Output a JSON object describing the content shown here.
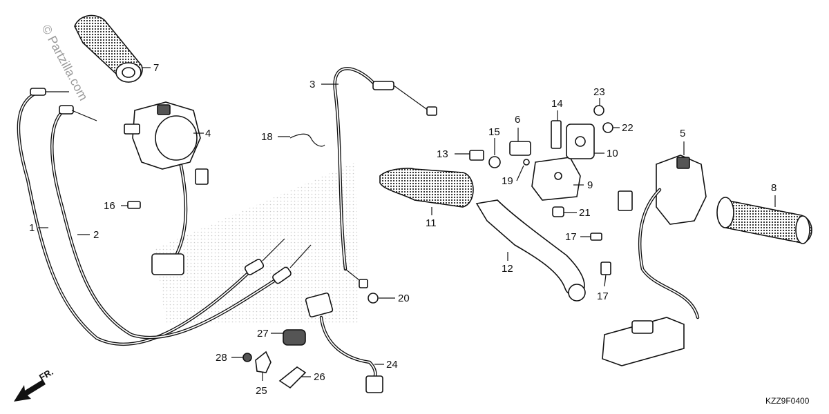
{
  "watermark": "© Partzilla.com",
  "diagram_code": "KZZ9F0400",
  "front_indicator": "FR.",
  "callouts": [
    "1",
    "2",
    "3",
    "4",
    "5",
    "6",
    "7",
    "8",
    "9",
    "10",
    "11",
    "12",
    "13",
    "14",
    "15",
    "16",
    "17",
    "17",
    "18",
    "19",
    "20",
    "21",
    "22",
    "23",
    "24",
    "25",
    "26",
    "27",
    "28"
  ]
}
